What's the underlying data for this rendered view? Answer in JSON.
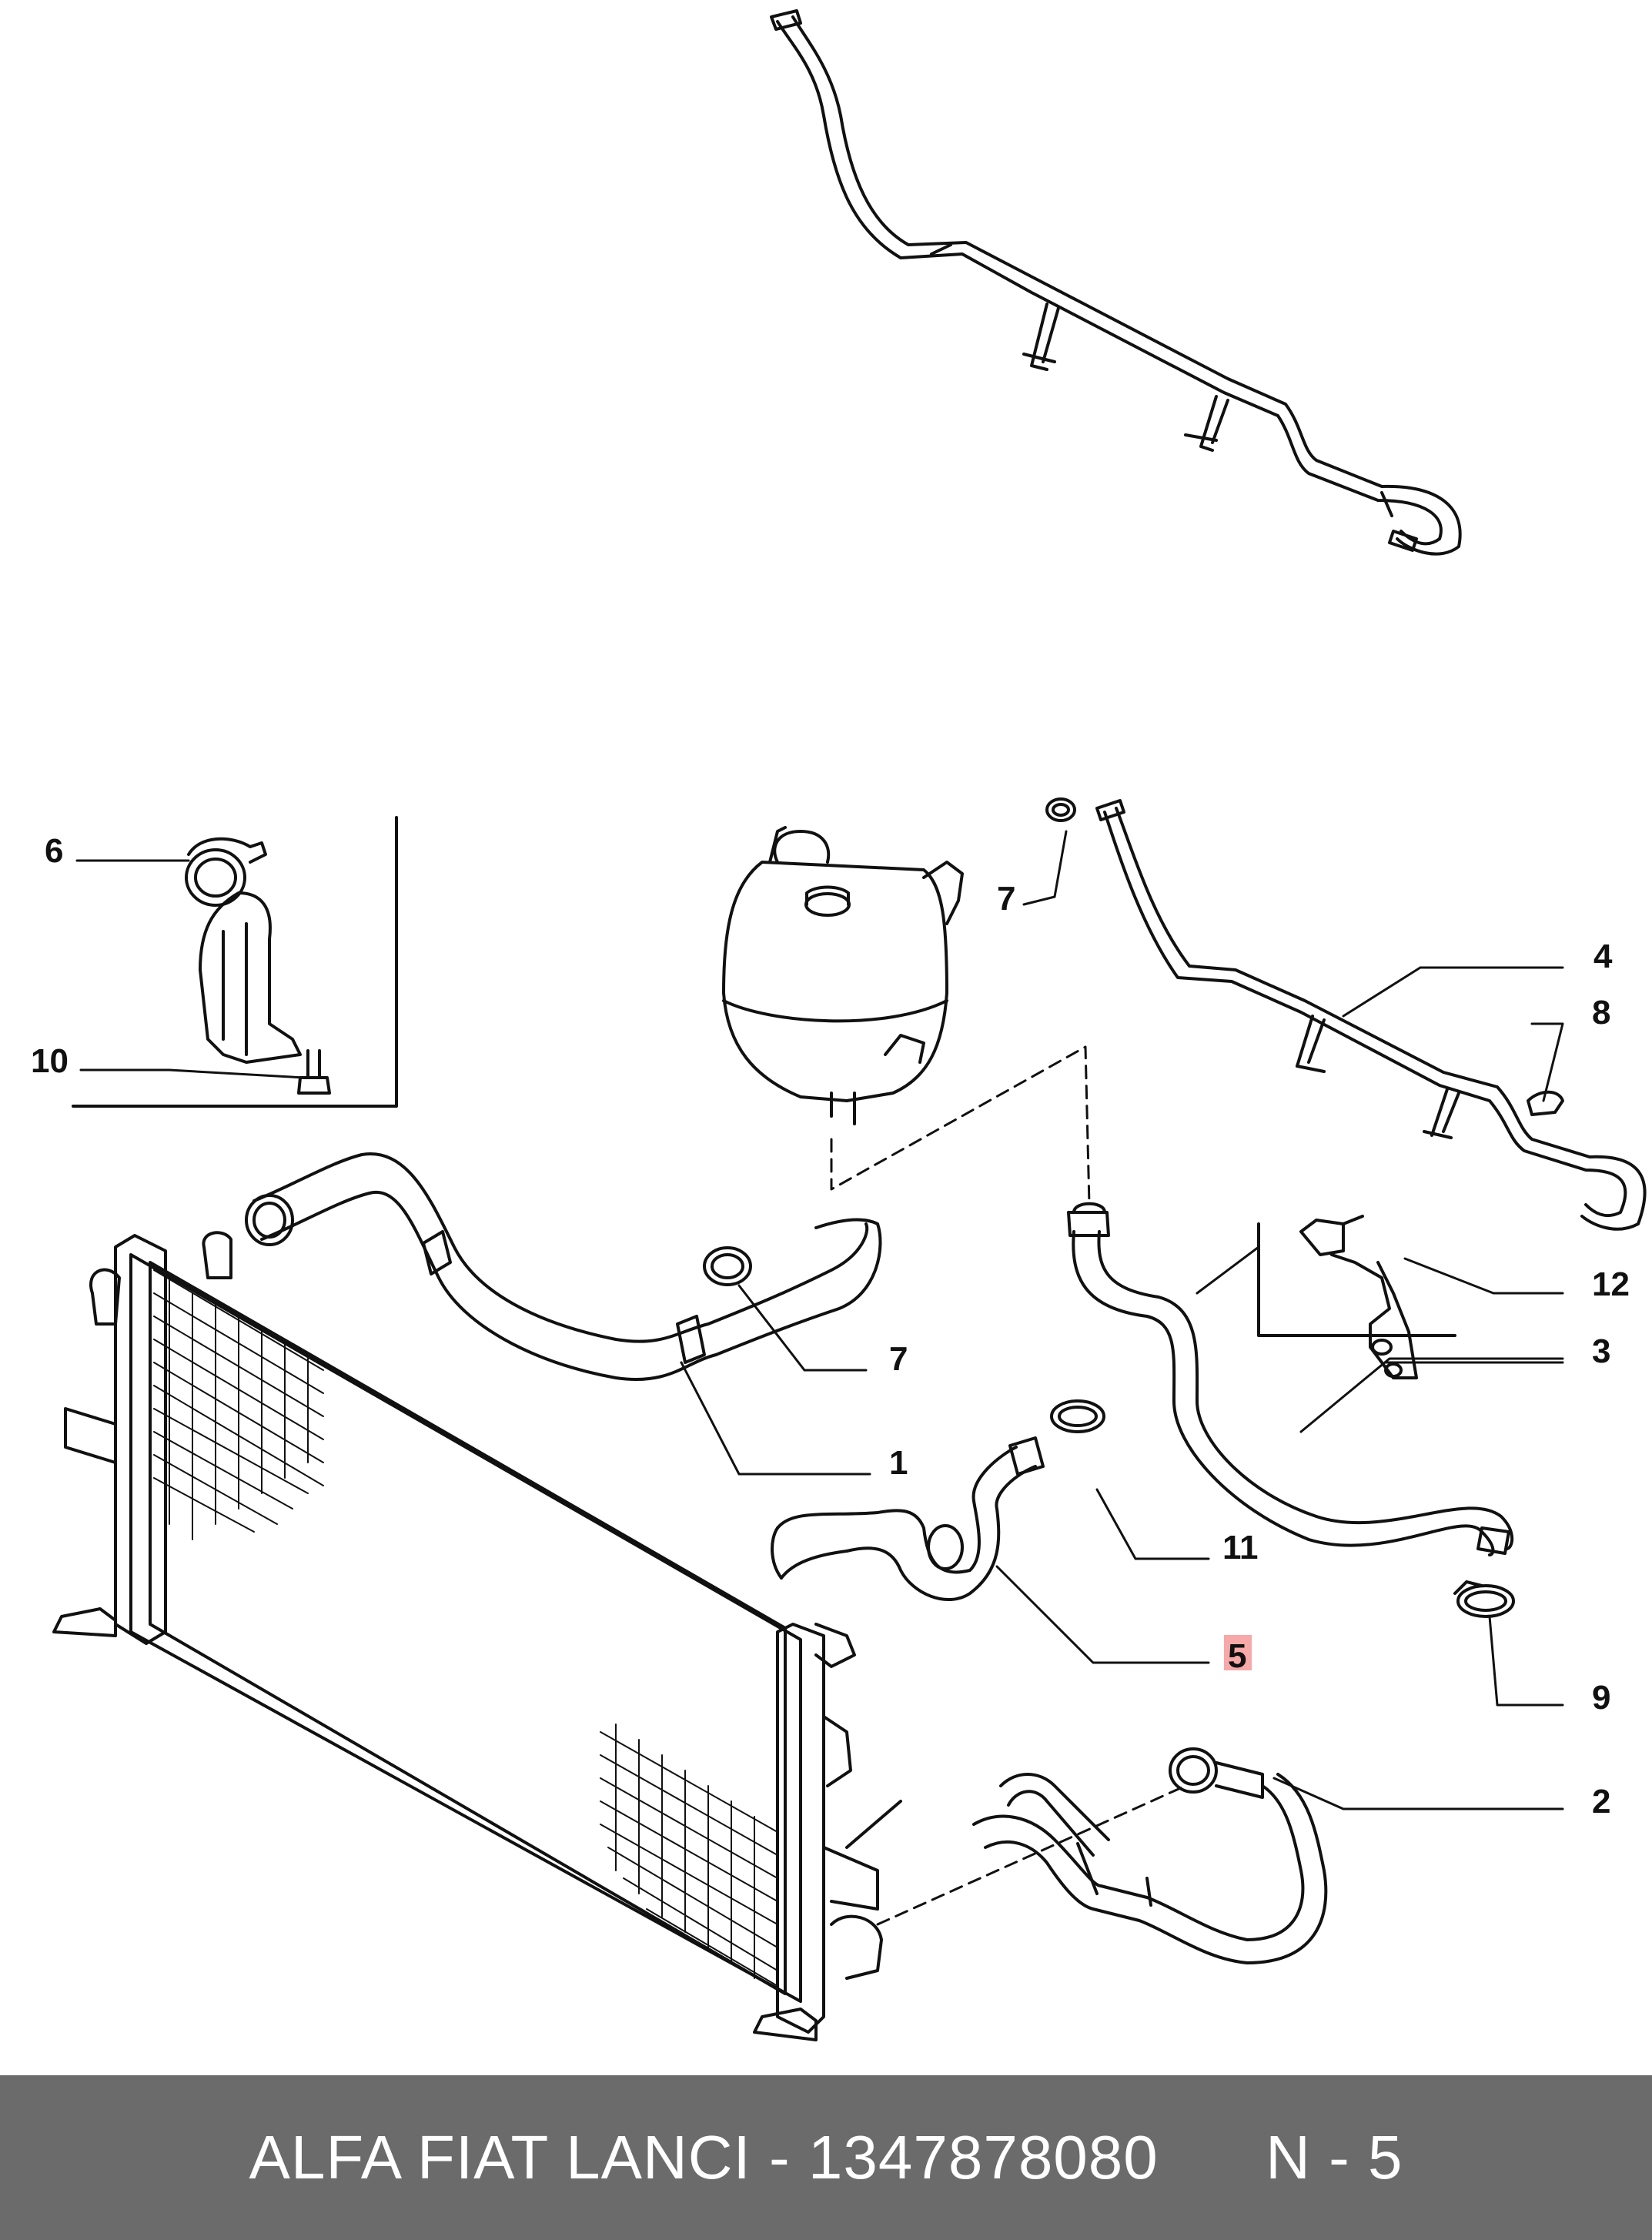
{
  "callouts": [
    {
      "id": "c6",
      "label": "6"
    },
    {
      "id": "c10",
      "label": "10"
    },
    {
      "id": "c7a",
      "label": "7"
    },
    {
      "id": "c4",
      "label": "4"
    },
    {
      "id": "c8",
      "label": "8"
    },
    {
      "id": "c12",
      "label": "12"
    },
    {
      "id": "c3",
      "label": "3"
    },
    {
      "id": "c7b",
      "label": "7"
    },
    {
      "id": "c1",
      "label": "1"
    },
    {
      "id": "c11",
      "label": "11"
    },
    {
      "id": "c5",
      "label": "5",
      "highlighted": true
    },
    {
      "id": "c9",
      "label": "9"
    },
    {
      "id": "c2",
      "label": "2"
    }
  ],
  "footer": {
    "brand": "ALFA FIAT LANCI - 1347878080",
    "page": "N - 5"
  },
  "colors": {
    "line": "#111111",
    "footer_bg": "#6b6b6b",
    "highlight": "#f7a8a8"
  }
}
